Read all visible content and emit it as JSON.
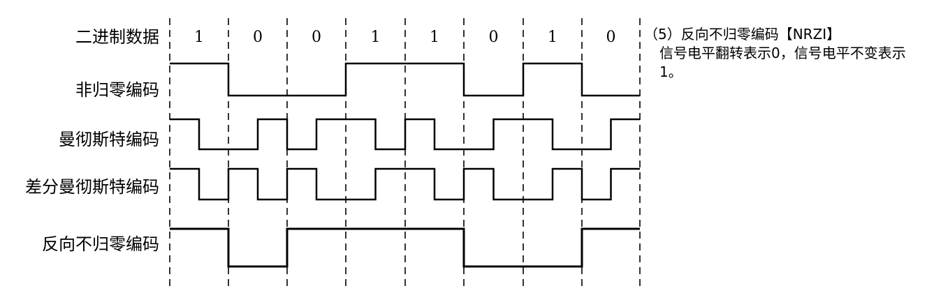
{
  "rows": [
    {
      "label": "二进制数据"
    },
    {
      "label": "非归零编码"
    },
    {
      "label": "曼彻斯特编码"
    },
    {
      "label": "差分曼彻斯特编码"
    },
    {
      "label": "反向不归零编码"
    }
  ],
  "bits": [
    "1",
    "0",
    "0",
    "1",
    "1",
    "0",
    "1",
    "0"
  ],
  "waveforms": {
    "nrz": [
      1,
      0,
      0,
      1,
      1,
      0,
      1,
      0
    ],
    "manchester": [
      [
        1,
        0
      ],
      [
        0,
        1
      ],
      [
        0,
        1
      ],
      [
        1,
        0
      ],
      [
        1,
        0
      ],
      [
        0,
        1
      ],
      [
        1,
        0
      ],
      [
        0,
        1
      ]
    ],
    "differential_manchester": [
      [
        1,
        0
      ],
      [
        1,
        0
      ],
      [
        1,
        0
      ],
      [
        0,
        1
      ],
      [
        1,
        0
      ],
      [
        1,
        0
      ],
      [
        0,
        1
      ],
      [
        0,
        1
      ]
    ],
    "nrzi": [
      1,
      0,
      1,
      1,
      1,
      0,
      0,
      1
    ]
  },
  "note": {
    "title": "（5）反向不归零编码【NRZI】",
    "description": "信号电平翻转表示0，信号电平不变表示1。"
  }
}
